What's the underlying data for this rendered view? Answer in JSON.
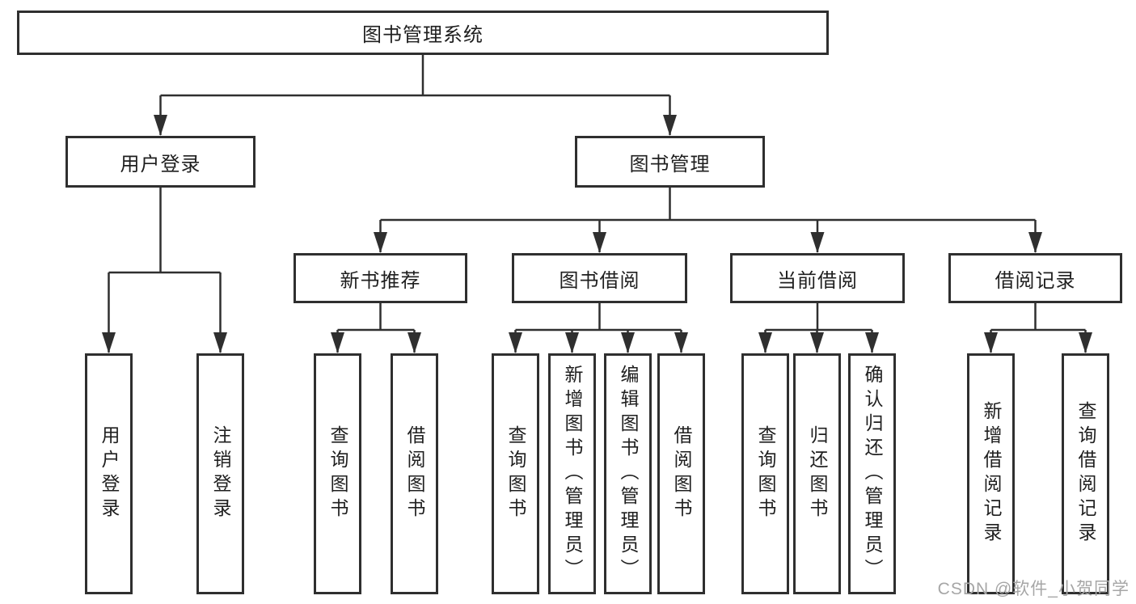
{
  "tree": {
    "label": "图书管理系统",
    "children": [
      {
        "label": "用户登录",
        "children": [
          {
            "label": "用户登录"
          },
          {
            "label": "注销登录"
          }
        ]
      },
      {
        "label": "图书管理",
        "children": [
          {
            "label": "新书推荐",
            "children": [
              {
                "label": "查询图书"
              },
              {
                "label": "借阅图书"
              }
            ]
          },
          {
            "label": "图书借阅",
            "children": [
              {
                "label": "查询图书"
              },
              {
                "label": "新增图书（管理员）"
              },
              {
                "label": "编辑图书（管理员）"
              },
              {
                "label": "借阅图书"
              }
            ]
          },
          {
            "label": "当前借阅",
            "children": [
              {
                "label": "查询图书"
              },
              {
                "label": "归还图书"
              },
              {
                "label": "确认归还（管理员）"
              }
            ]
          },
          {
            "label": "借阅记录",
            "children": [
              {
                "label": "新增借阅记录"
              },
              {
                "label": "查询借阅记录"
              }
            ]
          }
        ]
      }
    ]
  },
  "watermark": {
    "text": "CSDN @软件_小贺同学"
  },
  "colors": {
    "line": "#2f2f2f",
    "text": "#1f1f1f",
    "watermark": "#a6a6a6"
  }
}
